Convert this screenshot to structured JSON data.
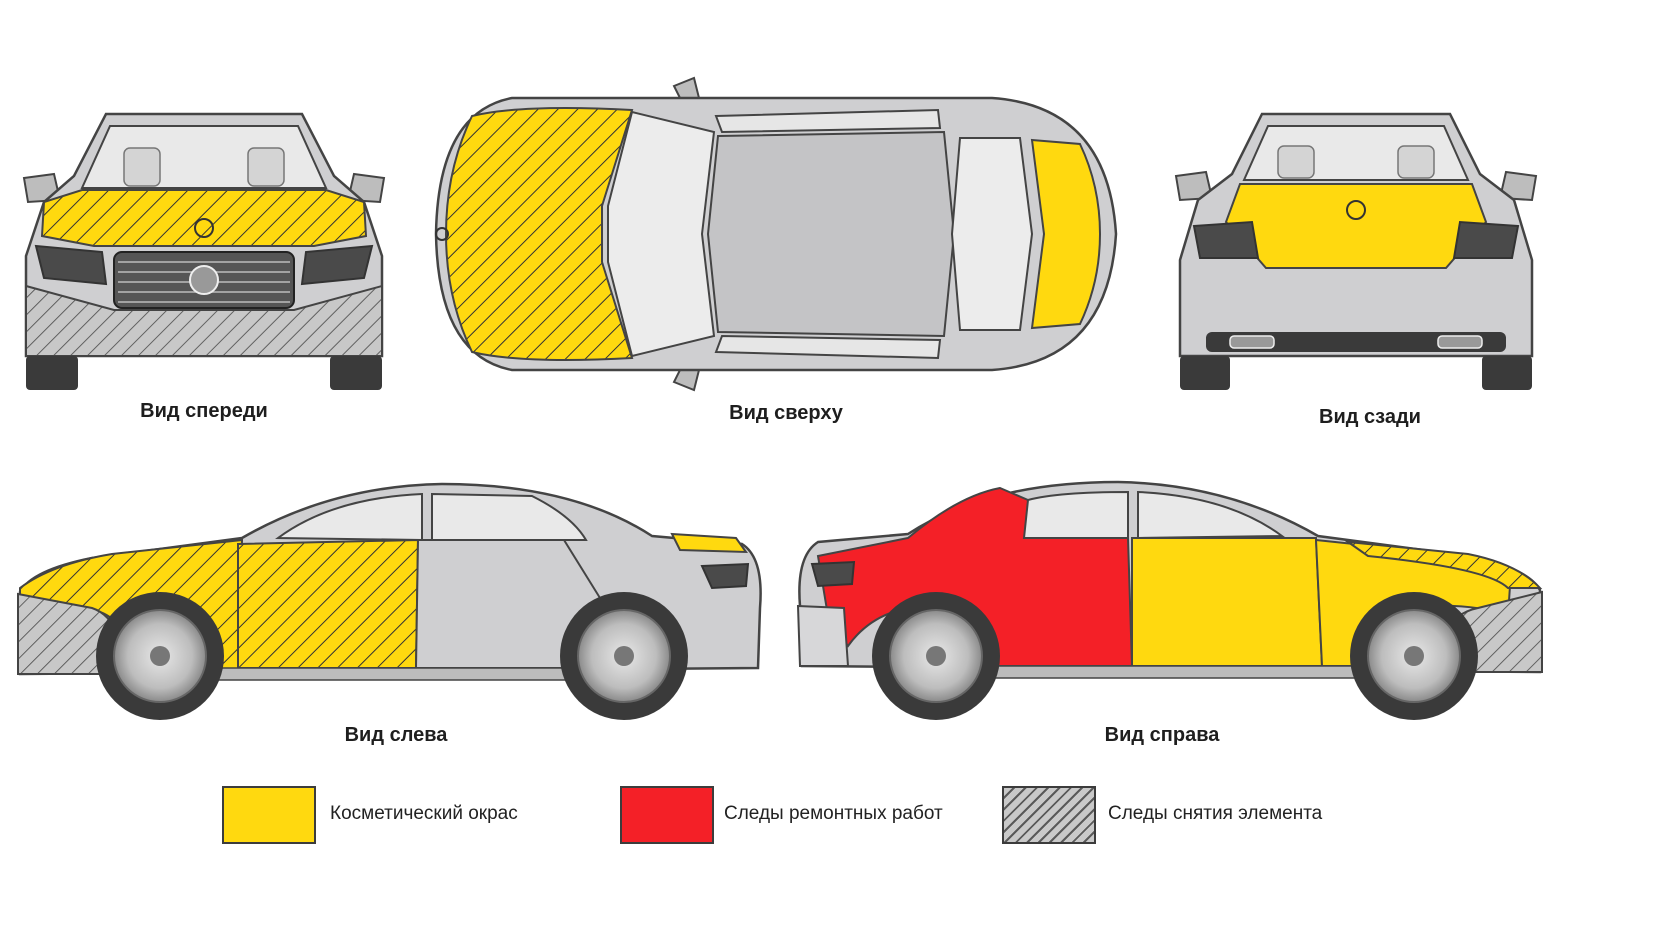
{
  "views": {
    "front": {
      "label": "Вид спереди"
    },
    "top": {
      "label": "Вид сверху"
    },
    "rear": {
      "label": "Вид сзади"
    },
    "left": {
      "label": "Вид слева"
    },
    "right": {
      "label": "Вид справа"
    }
  },
  "legend": [
    {
      "label": "Косметический окрас",
      "fill": "yellow"
    },
    {
      "label": "Следы ремонтных работ",
      "fill": "red"
    },
    {
      "label": "Следы снятия элемента",
      "fill": "hatch"
    }
  ],
  "colors": {
    "cosmetic_paint": "#ffd90f",
    "repair": "#f42027",
    "removal_hatch": "#555555",
    "body": "#cfcfd1",
    "outline": "#444444"
  }
}
